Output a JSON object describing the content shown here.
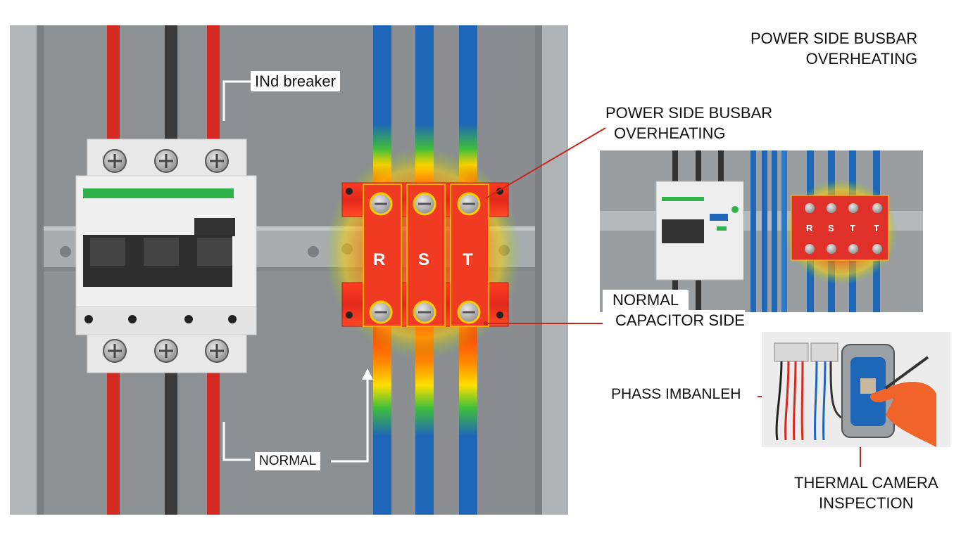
{
  "labels": {
    "top_right": [
      "POWER SIDE BUSBAR",
      "OVERHEATING"
    ],
    "power_side": [
      "POWER SIDE BUSBAR",
      "OVERHEATING"
    ],
    "breaker": "INd breaker",
    "normal_bottom": "NORMAL",
    "normal_capacitor": [
      "NORMAL",
      "CAPACITOR SIDE"
    ],
    "phase_imbalance": "PHASS IMBANLEH",
    "thermal_camera": [
      "THERMAL CAMERA",
      "INSPECTION"
    ]
  },
  "phases": [
    "R",
    "S",
    "T"
  ],
  "inset_phases": [
    "R",
    "S",
    "T",
    "T"
  ],
  "colors": {
    "panel_gray": "#8f9396",
    "wire_red": "#d42a22",
    "wire_blue": "#1e66b8",
    "wire_dark": "#3a3a3a",
    "busbar_red": "#e0302a",
    "breaker_green": "#2fb24a",
    "hand_orange": "#f0642a"
  }
}
